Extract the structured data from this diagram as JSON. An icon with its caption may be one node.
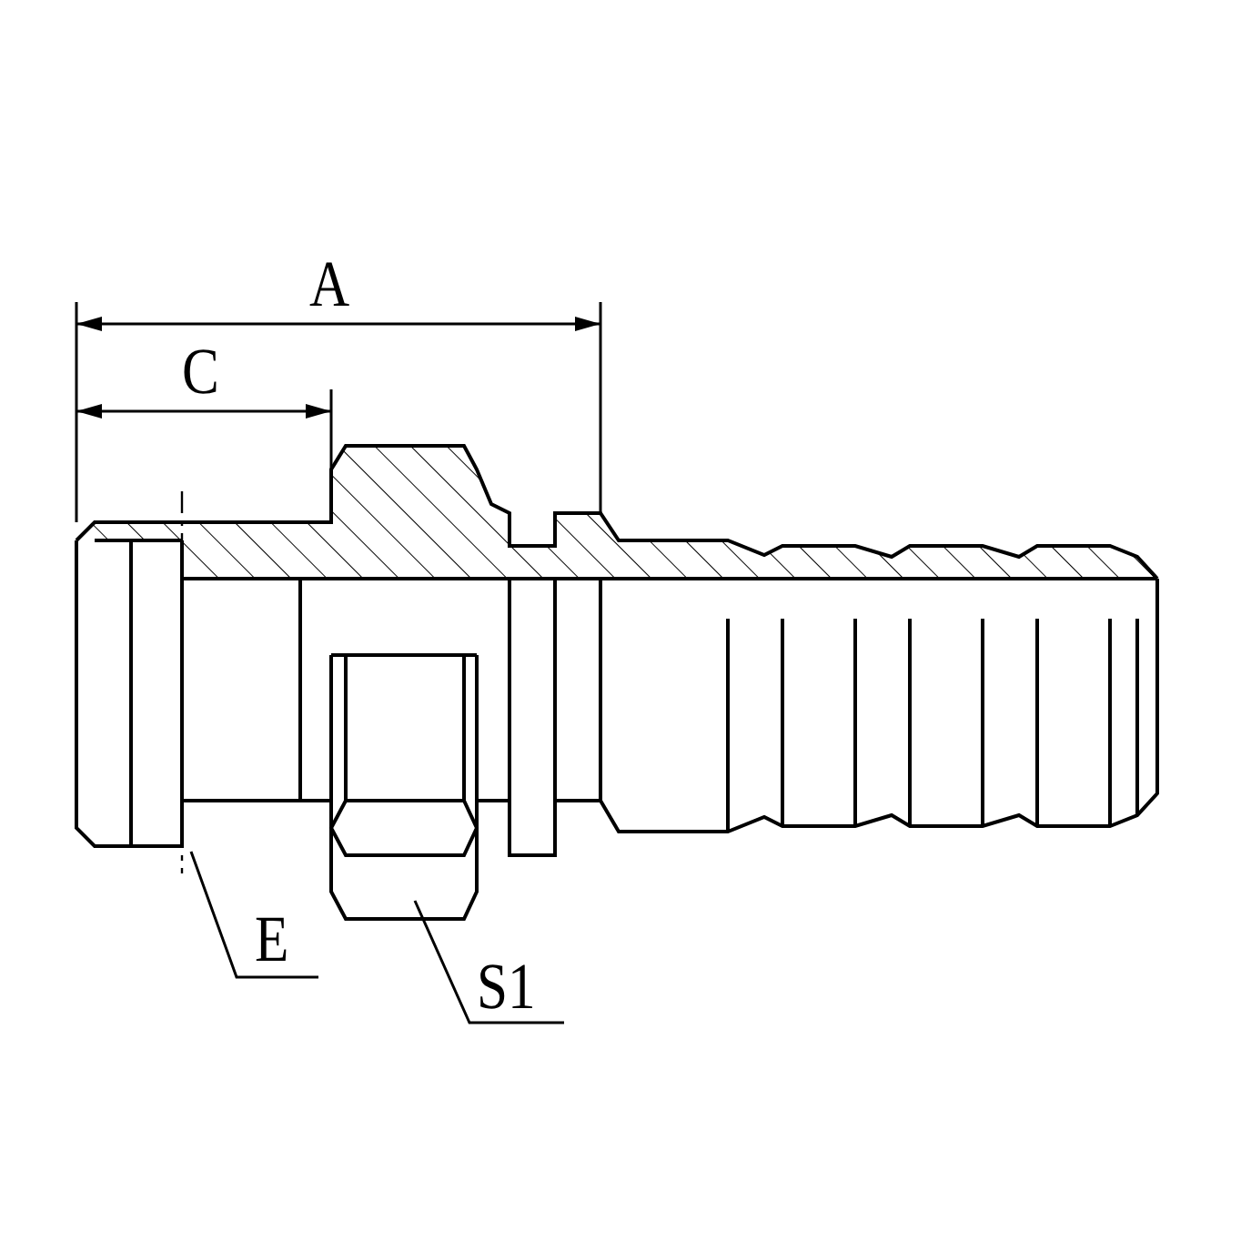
{
  "diagram": {
    "nodes": [
      {
        "text": [
          "E"
        ]
      },
      {
        "text": [
          "S1"
        ]
      }
    ],
    "edges": [
      {
        "from": 0,
        "to": null,
        "arrow": "none"
      },
      {
        "from": 1,
        "to": null,
        "arrow": "none"
      }
    ],
    "labels": [
      "A",
      "C"
    ]
  }
}
